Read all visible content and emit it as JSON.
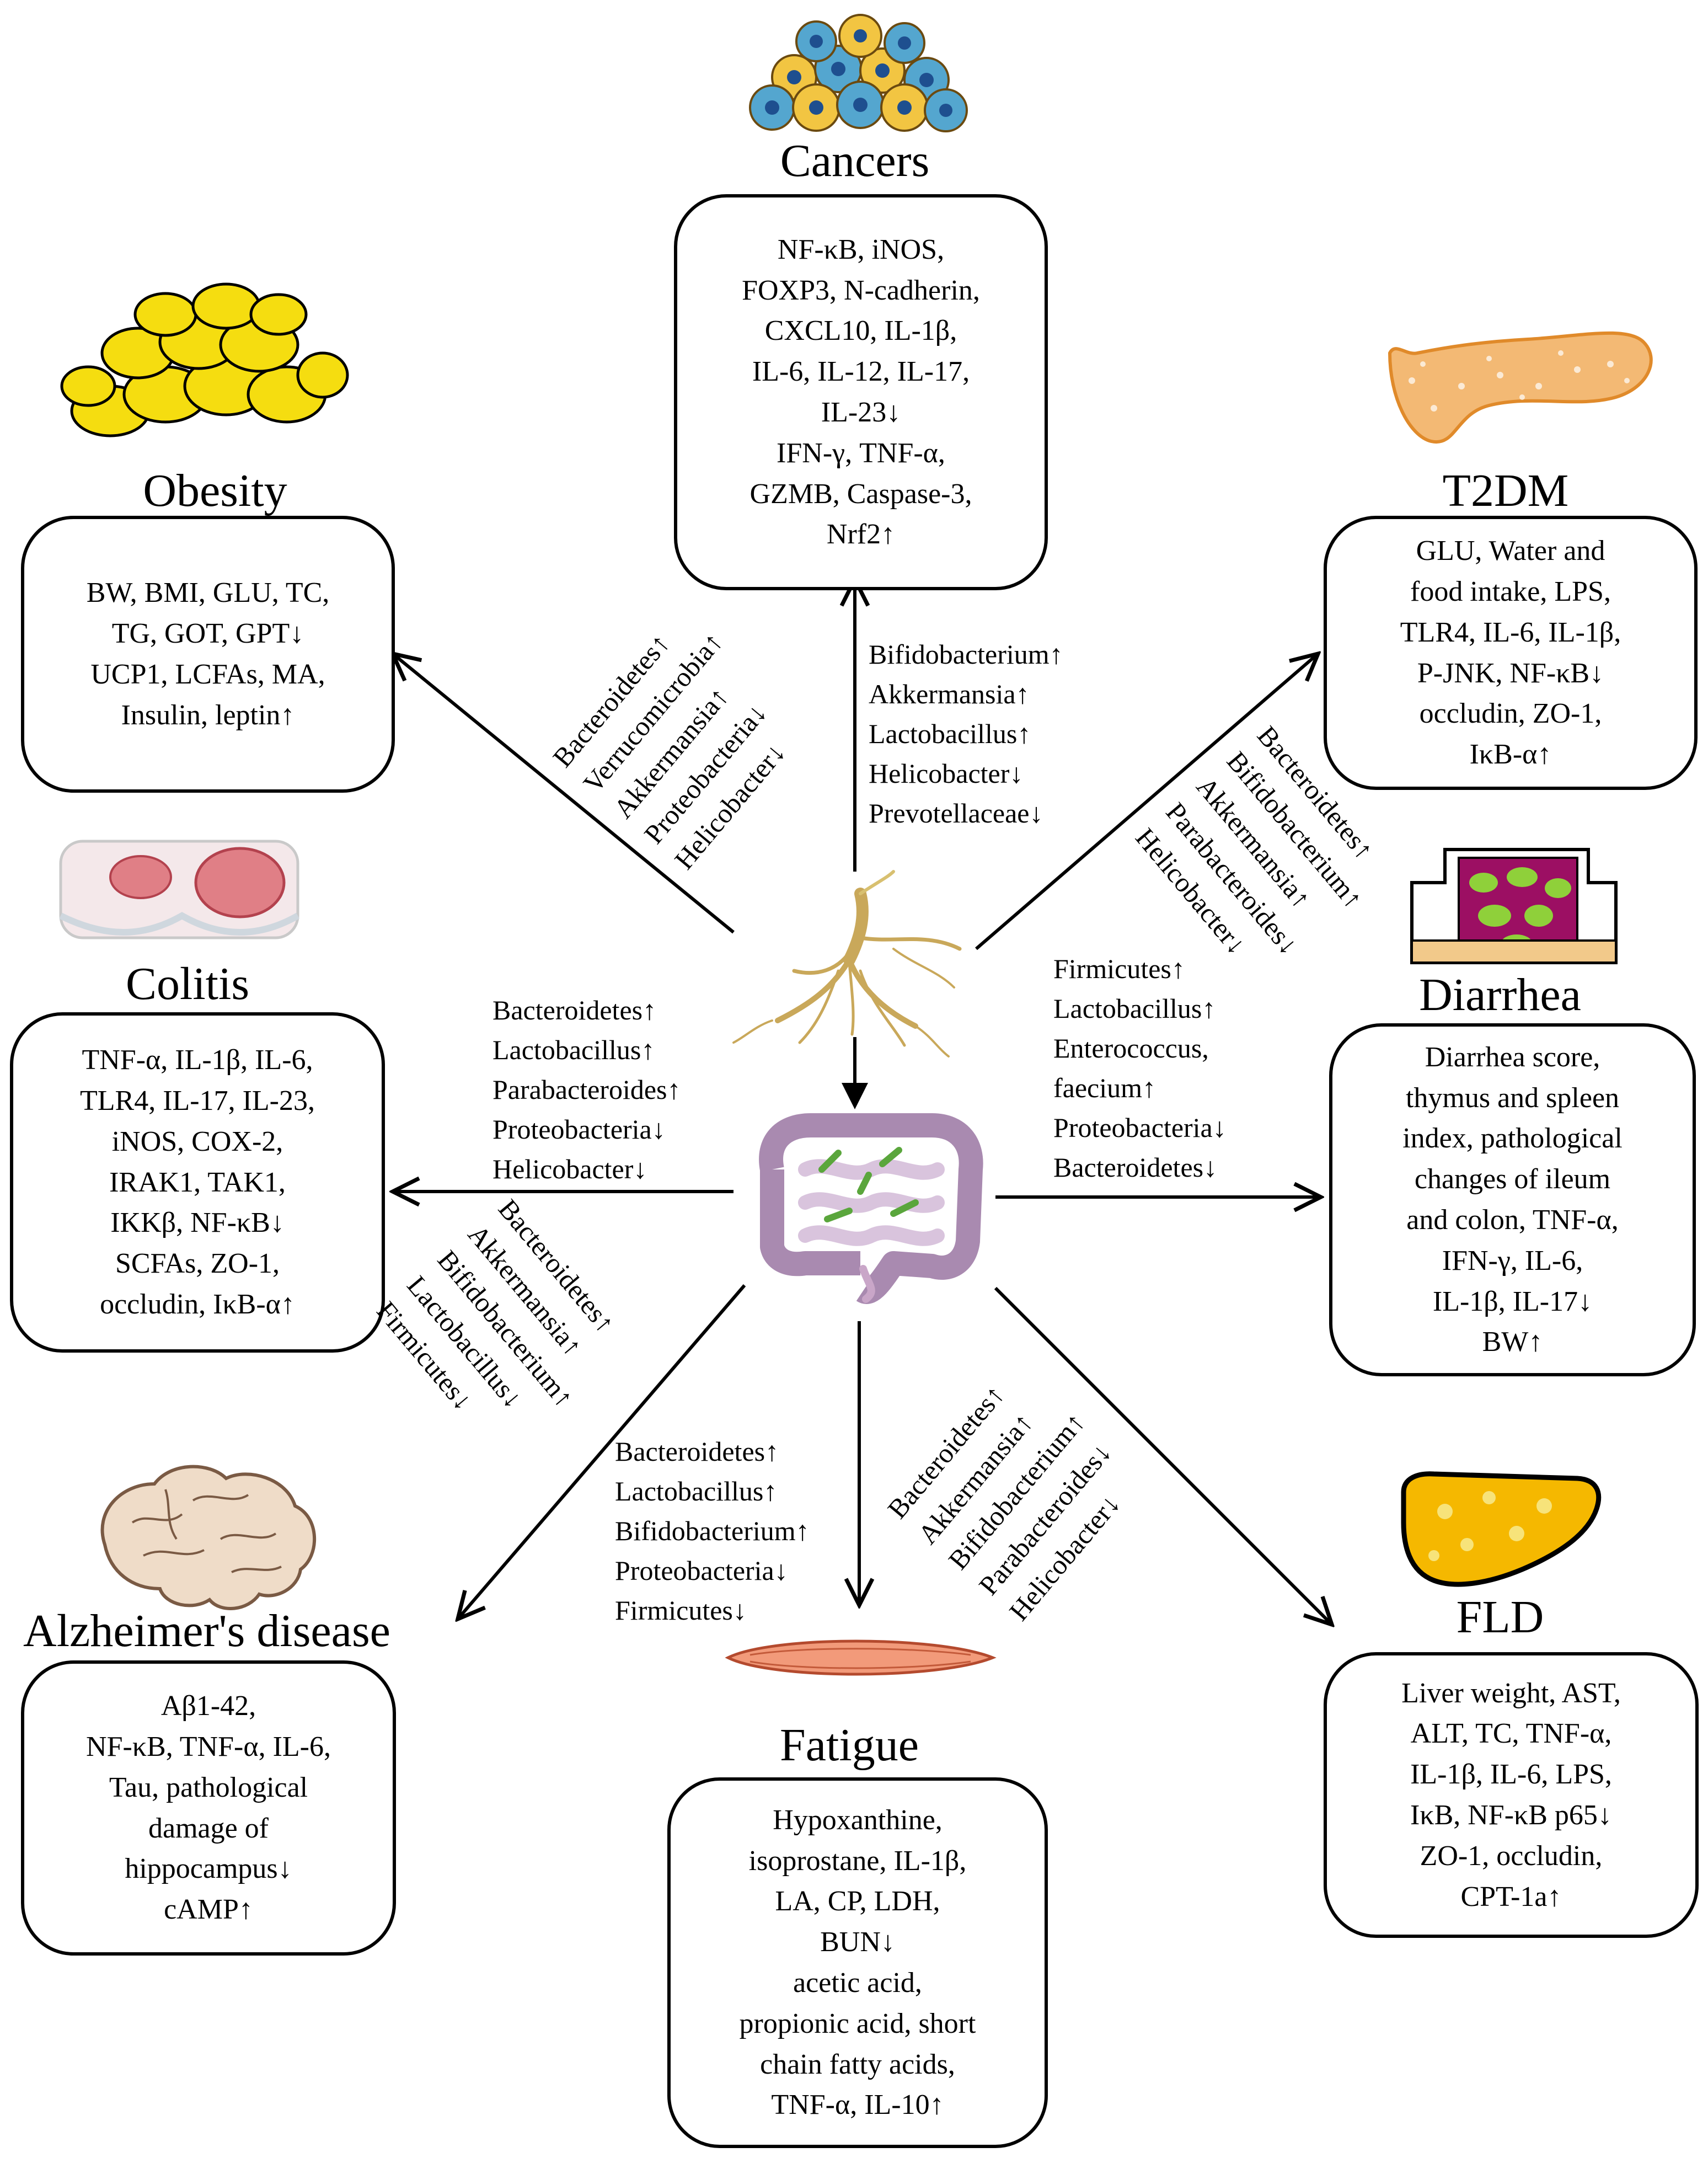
{
  "center": {
    "root": "ginseng-root-icon",
    "gut": "intestine-icon"
  },
  "diseases": {
    "cancers": {
      "title": "Cancers",
      "icon": "cancer-cells-icon",
      "lines": [
        "NF-κB, iNOS,",
        "FOXP3, N-cadherin,",
        "CXCL10, IL-1β,",
        "IL-6, IL-12, IL-17,",
        "IL-23↓",
        "IFN-γ, TNF-α,",
        "GZMB, Caspase-3,",
        "Nrf2↑"
      ]
    },
    "obesity": {
      "title": "Obesity",
      "icon": "fat-cells-icon",
      "lines": [
        "BW, BMI, GLU, TC,",
        "TG, GOT, GPT↓",
        "UCP1, LCFAs, MA,",
        "Insulin, leptin↑"
      ]
    },
    "t2dm": {
      "title": "T2DM",
      "icon": "pancreas-icon",
      "lines": [
        "GLU, Water and",
        "food intake, LPS,",
        "TLR4, IL-6, IL-1β,",
        "P-JNK, NF-κB↓",
        "occludin, ZO-1,",
        "IκB-α↑"
      ]
    },
    "colitis": {
      "title": "Colitis",
      "icon": "inflamed-colon-icon",
      "lines": [
        "TNF-α, IL-1β,  IL-6,",
        "TLR4, IL-17, IL-23,",
        "iNOS, COX-2,",
        "IRAK1, TAK1,",
        "IKKβ, NF-κB↓",
        "SCFAs,  ZO-1,",
        "occludin, IκB-α↑"
      ]
    },
    "diarrhea": {
      "title": "Diarrhea",
      "icon": "intestine-section-icon",
      "lines": [
        "Diarrhea score,",
        "thymus and spleen",
        "index, pathological",
        "changes of ileum",
        "and colon, TNF-α,",
        "IFN-γ, IL-6,",
        "IL-1β, IL-17↓",
        "BW↑"
      ]
    },
    "alzheimers": {
      "title": "Alzheimer's  disease",
      "icon": "brain-icon",
      "lines": [
        "Aβ1-42,",
        "NF-κB, TNF-α, IL-6,",
        "Tau, pathological",
        "damage of",
        "hippocampus↓",
        "cAMP↑"
      ]
    },
    "fatigue": {
      "title": "Fatigue",
      "icon": "muscle-icon",
      "lines": [
        "Hypoxanthine,",
        "isoprostane, IL-1β,",
        "LA, CP, LDH,",
        "BUN↓",
        "acetic acid,",
        "propionic acid, short",
        "chain fatty acids,",
        "TNF-α, IL-10↑"
      ]
    },
    "fld": {
      "title": "FLD",
      "icon": "liver-icon",
      "lines": [
        "Liver weight, AST,",
        "ALT, TC, TNF-α,",
        "IL-1β, IL-6, LPS,",
        "IκB, NF-κB p65↓",
        "ZO-1, occludin,",
        "CPT-1a↑"
      ]
    }
  },
  "microbes": {
    "cancers": [
      "Bifidobacterium↑",
      "Akkermansia↑",
      "Lactobacillus↑",
      "Helicobacter↓",
      "Prevotellaceae↓"
    ],
    "obesity": [
      "Bacteroidetes↑",
      "Verrucomicrobia↑",
      "Akkermansia↑",
      "Proteobacteria↓",
      "Helicobacter↓"
    ],
    "t2dm": [
      "Bacteroidetes↑",
      "Bifidobacterium↑",
      "Akkermansia↑",
      "Parabacteroides↓",
      "Helicobacter↓"
    ],
    "colitis_top": [
      "Bacteroidetes↑",
      "Lactobacillus↑",
      "Parabacteroides↑",
      "Proteobacteria↓",
      "Helicobacter↓"
    ],
    "diarrhea": [
      "Firmicutes↑",
      "Lactobacillus↑",
      "Enterococcus,",
      "faecium↑",
      "Proteobacteria↓",
      "Bacteroidetes↓"
    ],
    "alzheimers": [
      "Bacteroidetes↑",
      "Akkermansia↑",
      "Bifidobacterium↑",
      "Lactobacillus↓",
      "Firmicutes↓"
    ],
    "fatigue": [
      "Bacteroidetes↑",
      "Lactobacillus↑",
      "Bifidobacterium↑",
      "Proteobacteria↓",
      "Firmicutes↓"
    ],
    "fld": [
      "Bacteroidetes↑",
      "Akkermansia↑",
      "Bifidobacterium↑",
      "Parabacteroides↓",
      "Helicobacter↓"
    ]
  }
}
